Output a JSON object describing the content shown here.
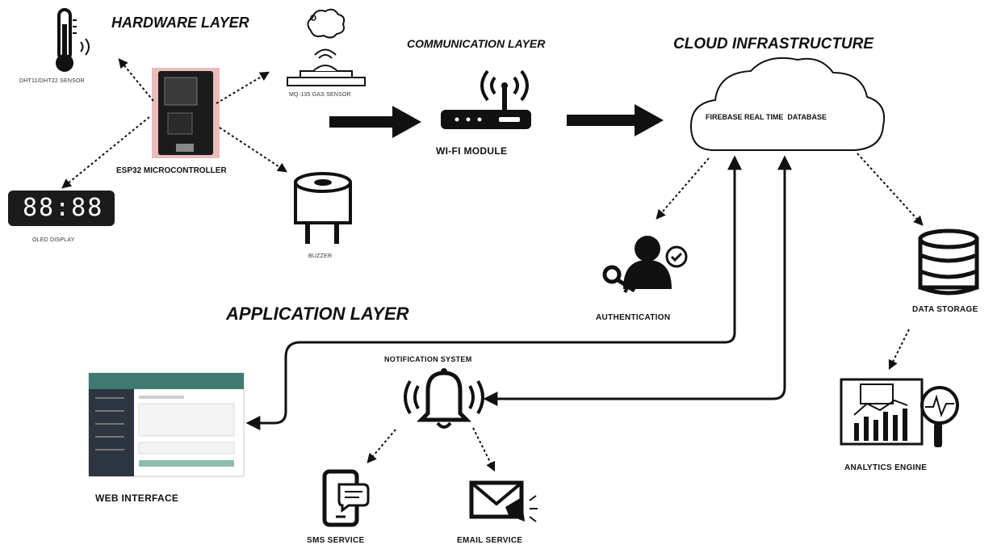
{
  "layers": {
    "hardware": "HARDWARE LAYER",
    "communication": "COMMUNICATION LAYER",
    "cloud": "CLOUD INFRASTRUCTURE",
    "application": "APPLICATION LAYER"
  },
  "hardware": {
    "sensor": "DHT11/DHT22 SENSOR",
    "esp32": "ESP32 MICROCONTROLLER",
    "gas_sensor": "MQ-135 GAS SENSOR",
    "oled": "OLED DISPLAY",
    "oled_readout": "88:88",
    "buzzer": "BUZZER"
  },
  "communication": {
    "wifi": "WI-FI MODULE"
  },
  "cloud": {
    "database": "FIREBASE REAL TIME  DATABASE",
    "authentication": "AUTHENTICATION",
    "data_storage": "DATA STORAGE",
    "analytics": "ANALYTICS ENGINE"
  },
  "application": {
    "notification": "NOTIFICATION SYSTEM",
    "web": "WEB INTERFACE",
    "sms": "SMS SERVICE",
    "email": "EMAIL SERVICE"
  },
  "colors": {
    "ink": "#111111",
    "web_header": "#3e7a72",
    "web_sidebar": "#2c3540",
    "web_button": "#8fbcb0",
    "auth_check": "#111111"
  }
}
